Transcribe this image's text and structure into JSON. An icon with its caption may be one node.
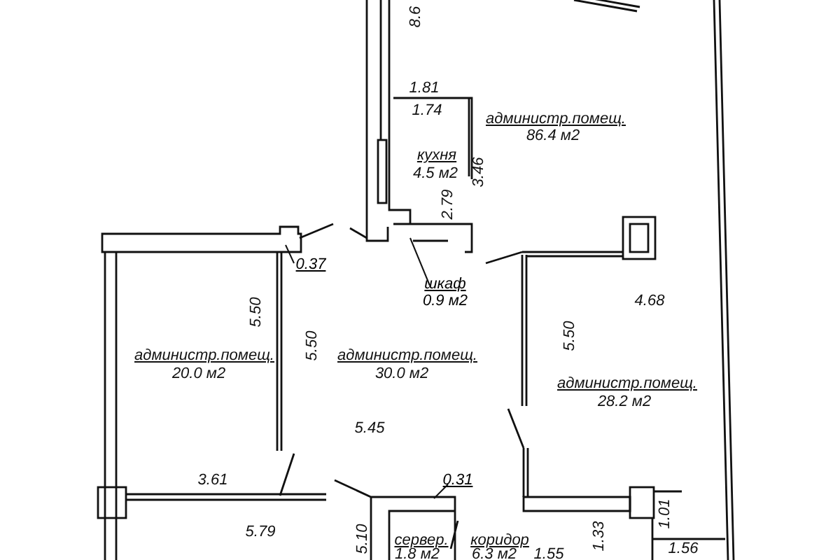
{
  "diagram": {
    "nodes": [
      {
        "text": [
          "шкаф",
          "0.9 м2"
        ]
      },
      {
        "text": [
          "0.37"
        ]
      },
      {
        "text": [
          "0.31"
        ]
      }
    ],
    "edges": [
      {
        "from": 0,
        "to": null,
        "arrow": "none"
      },
      {
        "from": 1,
        "to": null,
        "arrow": "none"
      },
      {
        "from": 2,
        "to": null,
        "arrow": "none"
      }
    ],
    "labels": [
      "8.6",
      "1.81",
      "1.74",
      "администр.помещ.",
      "86.4  м2",
      "кухня",
      "4.5 м2",
      "3.46",
      "2.79",
      "5.50",
      "администр.помещ.",
      "20.0 м2",
      "5.50",
      "администр.помещ.",
      "30.0 м2",
      "4.68",
      "5.50",
      "администр.помещ.",
      "28.2 м2",
      "5.45",
      "3.61",
      "5.79",
      "1.01",
      "5.10",
      "сервер.",
      "1.8 м2",
      "коридор",
      "6.3 м2",
      "1.33",
      "1.55",
      "1.56"
    ]
  }
}
